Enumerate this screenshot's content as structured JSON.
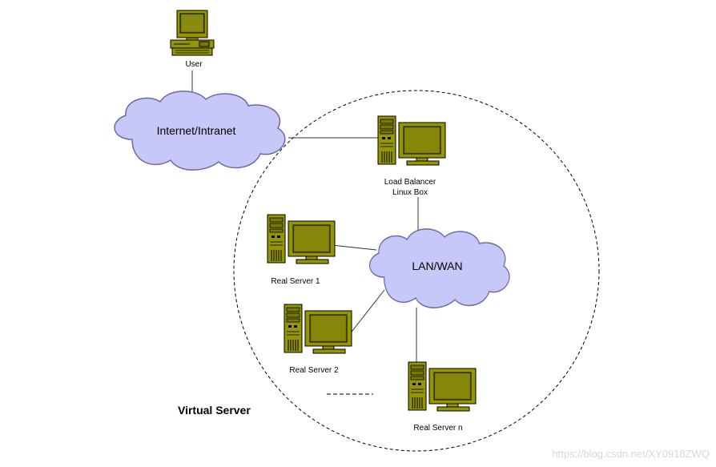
{
  "diagram": {
    "nodes": {
      "user": {
        "label": "User"
      },
      "internet": {
        "label": "Internet/Intranet"
      },
      "load_balancer": {
        "label_line1": "Load Balancer",
        "label_line2": "Linux Box"
      },
      "lan": {
        "label": "LAN/WAN"
      },
      "real_server_1": {
        "label": "Real Server 1"
      },
      "real_server_2": {
        "label": "Real Server 2"
      },
      "real_server_n": {
        "label": "Real Server n"
      }
    },
    "virtual_server": {
      "label": "Virtual Server"
    },
    "watermark": "https://blog.csdn.net/XY0918ZWQ",
    "colors": {
      "cloud_fill": "#c8c8f8",
      "cloud_stroke": "#6a6aa8",
      "computer_body": "#969600",
      "computer_screen": "#7a7a00",
      "outline": "#000000",
      "line": "#333333"
    },
    "icons": {
      "user": "desktop-computer-icon",
      "server": "tower-server-with-monitor-icon",
      "network": "cloud-icon"
    }
  }
}
